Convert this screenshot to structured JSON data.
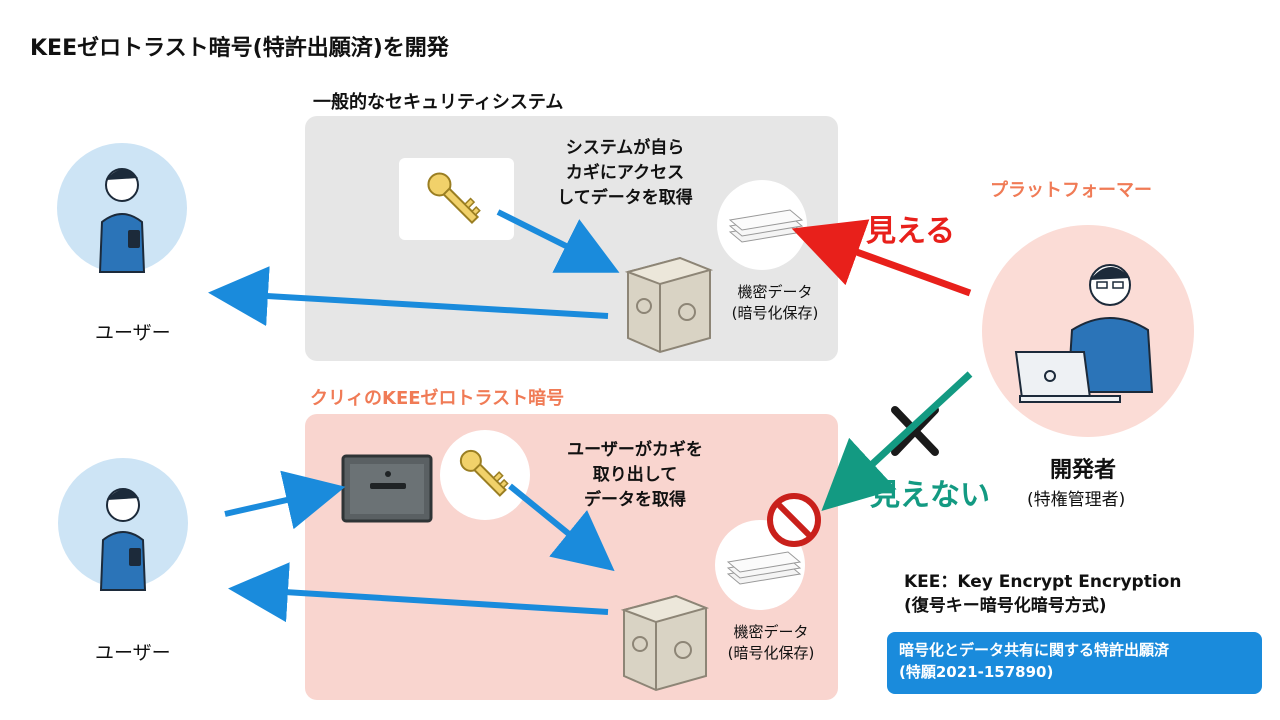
{
  "title": "KEEゼロトラスト暗号(特許出願済)を開発",
  "top_panel": {
    "label": "一般的なセキュリティシステム",
    "note": "システムが自ら\nカギにアクセス\nしてデータを取得",
    "data_label": "機密データ\n(暗号化保存)"
  },
  "bottom_panel": {
    "label": "クリィのKEEゼロトラスト暗号",
    "note": "ユーザーがカギを\n取り出して\nデータを取得",
    "data_label": "機密データ\n(暗号化保存)"
  },
  "user_top_label": "ユーザー",
  "user_bottom_label": "ユーザー",
  "platformer_label": "プラットフォーマー",
  "visible_label": "見える",
  "invisible_label": "見えない",
  "developer": {
    "name": "開発者",
    "role": "(特権管理者)"
  },
  "legend": {
    "line1": "KEE：Key Encrypt Encryption",
    "line2": "(復号キー暗号化暗号方式)"
  },
  "patent": {
    "line1": "暗号化とデータ共有に関する特許出願済",
    "line2": "(特願2021-157890)"
  },
  "colors": {
    "blue_arrow": "#1a8bdc",
    "red_arrow": "#e8201b",
    "teal_arrow": "#139a82",
    "orange_label": "#f07b56",
    "top_panel": "#e6e6e6",
    "bottom_panel": "#f9d5cf"
  }
}
